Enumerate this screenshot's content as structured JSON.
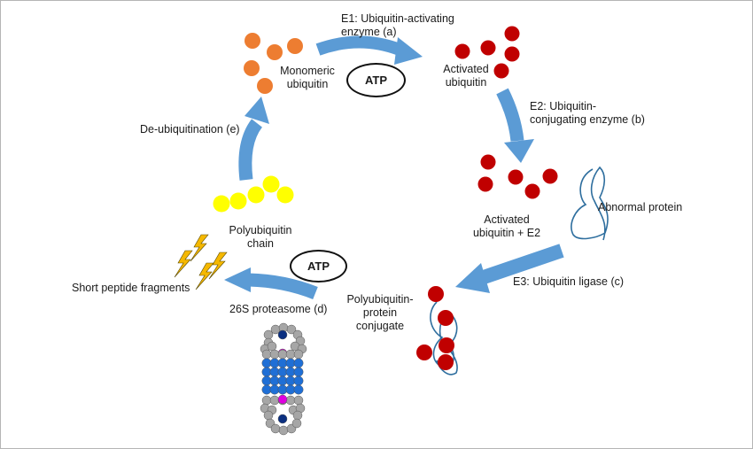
{
  "colors": {
    "arrow": "#5b9bd5",
    "monomeric_ubiquitin": "#ed7d31",
    "activated_ubiquitin": "#c00000",
    "polyubiquitin_chain": "#ffff00",
    "peptide_fragments": "#f5b800",
    "protein_strand": "#2e6e9e",
    "proteasome_outer": "#a6a6a6",
    "proteasome_core": "#1f6fd6",
    "proteasome_dark": "#0b2f80",
    "proteasome_accent": "#e000e0"
  },
  "labels": {
    "e1_enzyme": "E1: Ubiquitin-activating\nenzyme (a)",
    "monomeric_ubiquitin": "Monomeric\nubiquitin",
    "activated_ubiquitin": "Activated\nubiquitin",
    "e2_enzyme": "E2: Ubiquitin-\nconjugating enzyme (b)",
    "de_ubiquitination": "De-ubiquitination (e)",
    "abnormal_protein": "Abnormal protein",
    "activated_ubiquitin_e2": "Activated\nubiquitin + E2",
    "polyubiquitin_chain": "Polyubiquitin\nchain",
    "short_peptide_fragments": "Short peptide fragments",
    "e3_ligase": "E3: Ubiquitin ligase (c)",
    "proteasome": "26S proteasome (d)",
    "polyubiquitin_protein_conjugate": "Polyubiquitin-\nprotein\nconjugate"
  },
  "atp_badges": [
    "ATP",
    "ATP"
  ]
}
